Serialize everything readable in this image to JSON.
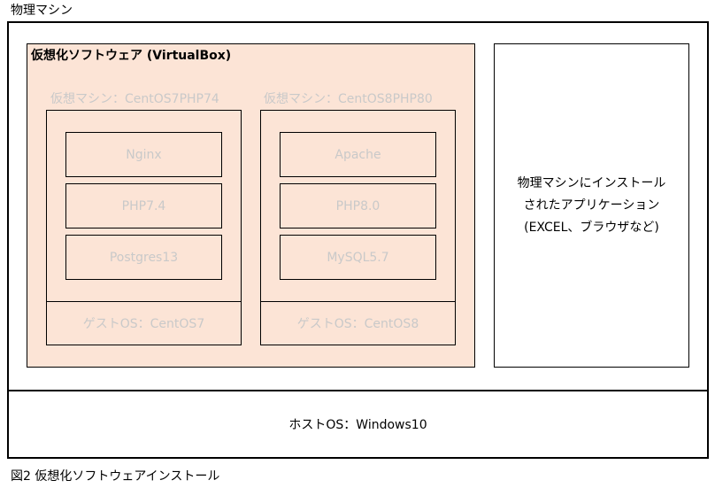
{
  "diagram": {
    "top_label": "物理マシン",
    "host_os": "ホストOS：Windows10",
    "virtualization": {
      "title": "仮想化ソフトウェア (VirtualBox)",
      "fill_color": "#fce4d6"
    },
    "vms": [
      {
        "label": "仮想マシン：CentOS7PHP74",
        "services": [
          "Nginx",
          "PHP7.4",
          "Postgres13"
        ],
        "guest_os": "ゲストOS：CentOS7"
      },
      {
        "label": "仮想マシン：CentOS8PHP80",
        "services": [
          "Apache",
          "PHP8.0",
          "MySQL5.7"
        ],
        "guest_os": "ゲストOS：CentOS8"
      }
    ],
    "apps": {
      "lines": [
        "物理マシンにインストール",
        "されたアプリケーション",
        "(EXCEL、ブラウザなど)"
      ]
    },
    "caption": "図2 仮想化ソフトウェアインストール"
  }
}
